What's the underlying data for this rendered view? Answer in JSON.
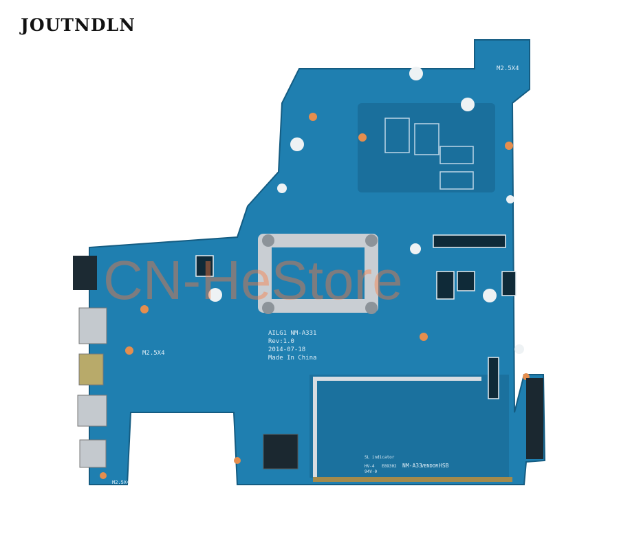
{
  "brand": {
    "logo_text": "JOUTNDLN"
  },
  "watermark": {
    "text": "CN-HeStore"
  },
  "board": {
    "model": "AILG1 NM-A331",
    "rev": "Rev:1.0",
    "date": "2014-07-18",
    "origin": "Made In China",
    "screw_labels": [
      "M2.5X4",
      "M2.5X4",
      "M2.5X4"
    ],
    "part_label": "NM-A33",
    "vendor_label": "VENDOR:",
    "vendor_code": "HSB",
    "sl_label": "SL indicator",
    "cert_lines": [
      "HV-4",
      "94V-0",
      "E89302"
    ]
  },
  "colors": {
    "pcb": "#1f7fb0",
    "pcb_dark": "#16648f",
    "metal": "#c9ced3",
    "chip": "#1b2830"
  }
}
